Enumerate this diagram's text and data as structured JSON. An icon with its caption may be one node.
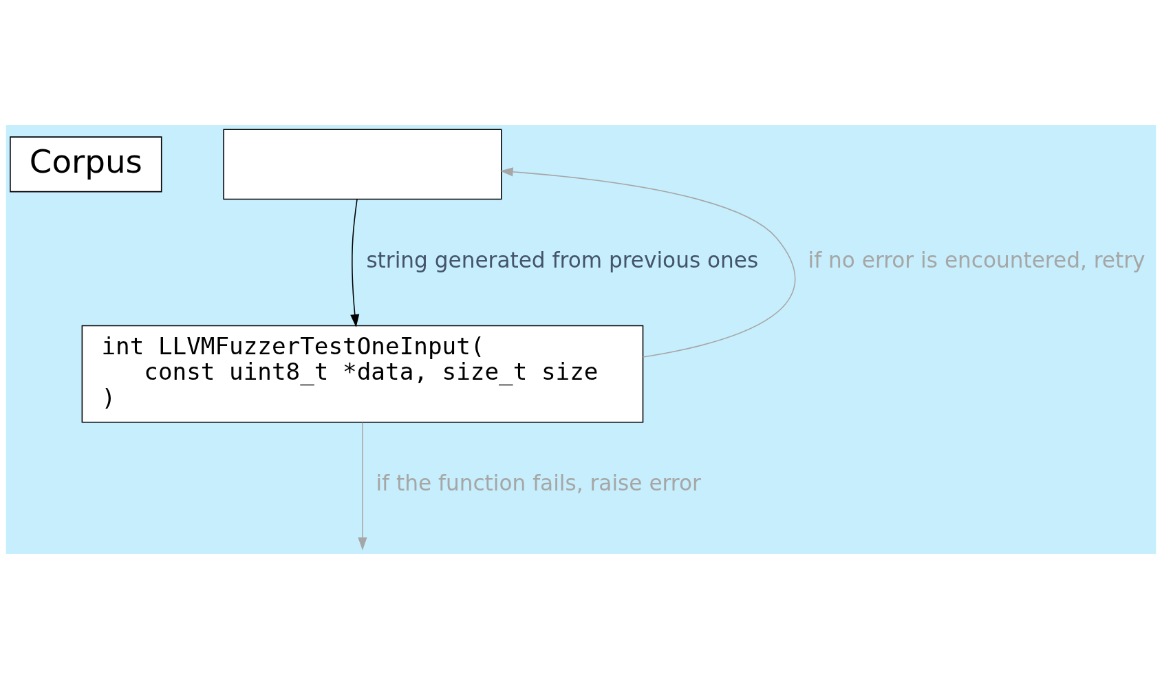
{
  "diagram": {
    "nodes": [
      {
        "text": [
          "Corpus"
        ]
      },
      {
        "text": [],
        "shape": "box"
      },
      {
        "text": [
          "int LLVMFuzzerTestOneInput(",
          "const uint8_t *data, size_t size",
          ")"
        ]
      }
    ],
    "edges": [
      {
        "from": 1,
        "to": 2,
        "arrow": "to",
        "label": "string generated from previous ones",
        "color": "#000000"
      },
      {
        "from": 2,
        "to": 1,
        "arrow": "to",
        "label": "if no error is encountered, retry"
      },
      {
        "from": 2,
        "to": null,
        "arrow": "to",
        "label": "if the function fails, raise error"
      }
    ]
  }
}
